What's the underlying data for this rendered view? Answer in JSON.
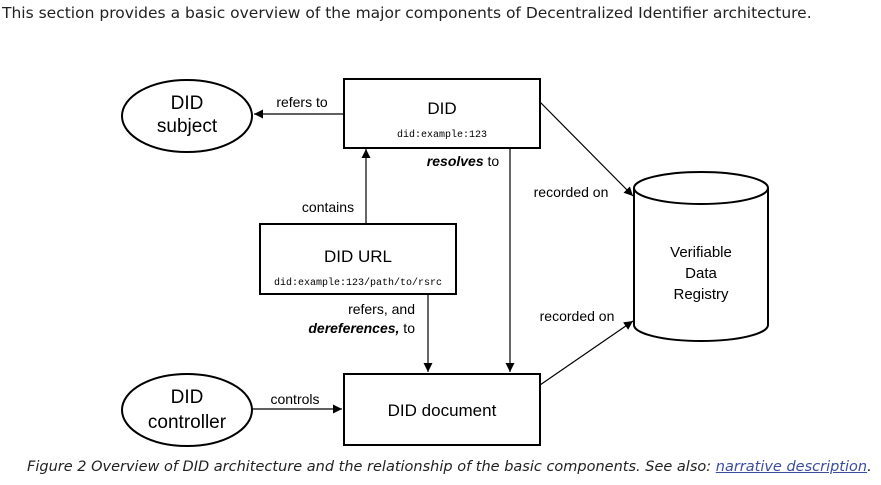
{
  "intro": "This section provides a basic overview of the major components of Decentralized Identifier architecture.",
  "diagram": {
    "subject": {
      "line1": "DID",
      "line2": "subject"
    },
    "did": {
      "title": "DID",
      "code": "did:example:123"
    },
    "did_url": {
      "title": "DID URL",
      "code": "did:example:123/path/to/rsrc"
    },
    "controller": {
      "line1": "DID",
      "line2": "controller"
    },
    "document": {
      "title": "DID document"
    },
    "registry": {
      "line1": "Verifiable",
      "line2": "Data",
      "line3": "Registry"
    },
    "edges": {
      "refers_to": "refers to",
      "contains": "contains",
      "resolves_bold": "resolves",
      "resolves_rest": " to",
      "recorded_on_top": "recorded on",
      "recorded_on_bottom": "recorded on",
      "refers_and": "refers, and",
      "dereferences_bold": "dereferences,",
      "dereferences_rest": " to",
      "controls": "controls"
    }
  },
  "caption": {
    "text": "Figure 2 Overview of DID architecture and the relationship of the basic components. See also: ",
    "link": "narrative description",
    "end": "."
  }
}
